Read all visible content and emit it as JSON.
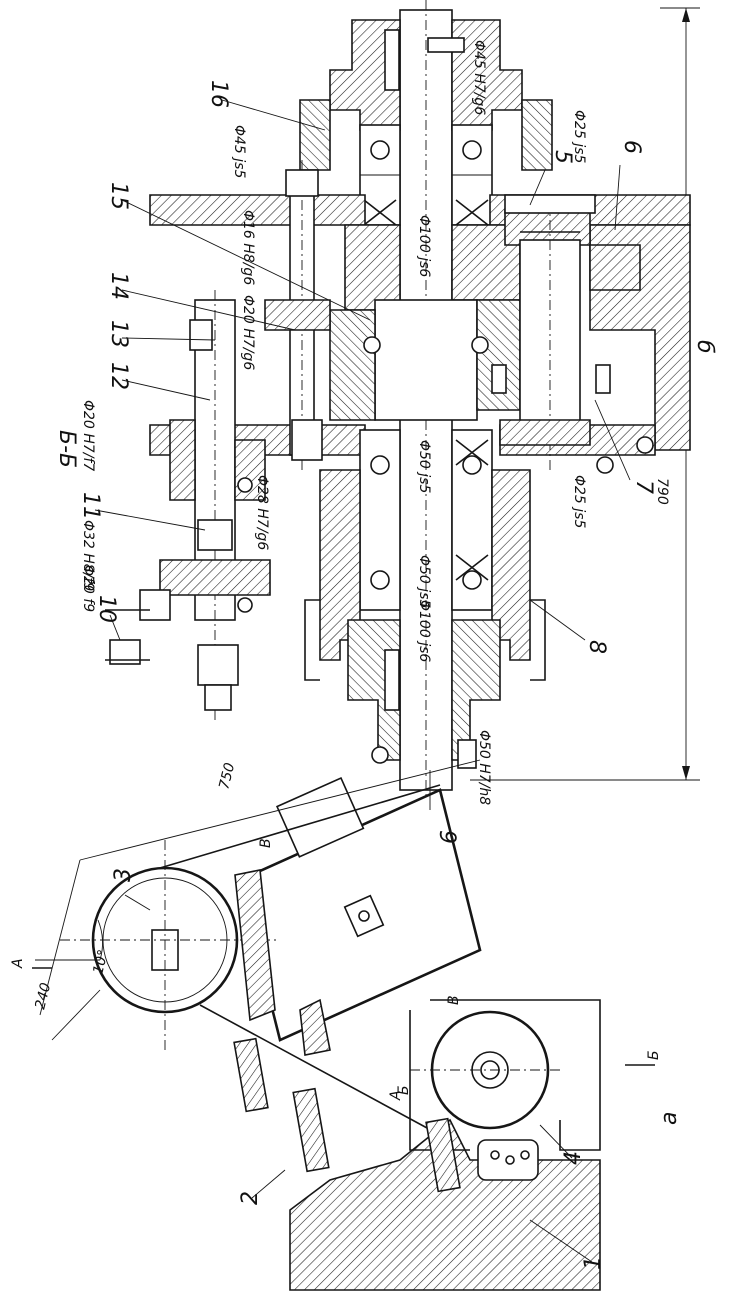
{
  "section_title": "Б-Б",
  "view_a_letter": "а",
  "view_b_letter": "б",
  "overall_dimension_b": "790",
  "view_a_dims": {
    "length": "750",
    "offset": "240",
    "angle": "10°"
  },
  "section_marks": {
    "a": "А",
    "b": "Б",
    "v": "В"
  },
  "part_numbers": [
    "1",
    "2",
    "3",
    "4",
    "5",
    "6",
    "7",
    "8",
    "9",
    "10",
    "11",
    "12",
    "13",
    "14",
    "15",
    "16"
  ],
  "fits": {
    "f1": "Φ45 H7/g6",
    "f2": "Φ45 js5",
    "f3": "Φ25 js5",
    "f4": "Φ100 js6",
    "f5": "Φ16 H8/g6",
    "f6": "Φ20 H7/g6",
    "f7": "Φ20 H7/f7",
    "f8": "Φ50 js5",
    "f9": "Φ28 H7/g6",
    "f10": "Φ32 H8/f9",
    "f11": "Φ20 f9",
    "f12": "Φ50 js5",
    "f13": "Φ100 js6",
    "f14": "Φ25 js5",
    "f15": "Φ50 H7/h8"
  },
  "colors": {
    "ink": "#161616",
    "paper": "#ffffff"
  }
}
